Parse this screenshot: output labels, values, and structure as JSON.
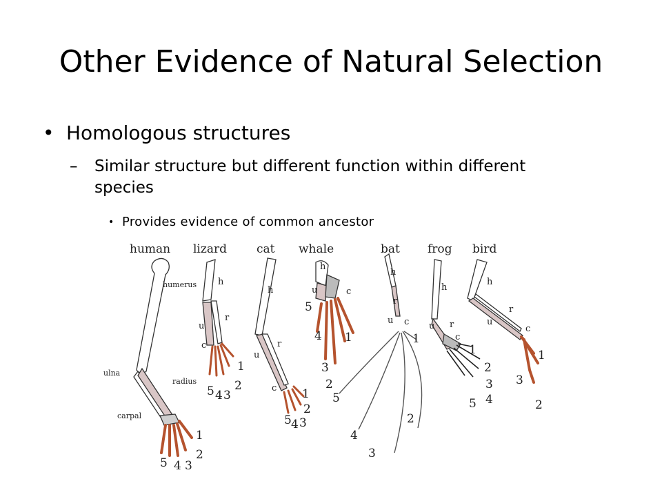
{
  "slide": {
    "title": "Other Evidence of Natural Selection",
    "bullet_1": "Homologous structures",
    "bullet_2": "Similar structure but different function within different species",
    "bullet_3": "Provides evidence of common ancestor"
  },
  "figure": {
    "species": [
      "human",
      "lizard",
      "cat",
      "whale",
      "bat",
      "frog",
      "bird"
    ],
    "human_labels": {
      "humerus": "humerus",
      "ulna": "ulna",
      "radius": "radius",
      "carpal": "carpal"
    },
    "bone_letters": {
      "h": "h",
      "u": "u",
      "r": "r",
      "c": "c"
    },
    "colors": {
      "bone": "#ffffff",
      "outline": "#333333",
      "radius_shade": "#d9c6c6",
      "digits": "#b5532e"
    }
  }
}
